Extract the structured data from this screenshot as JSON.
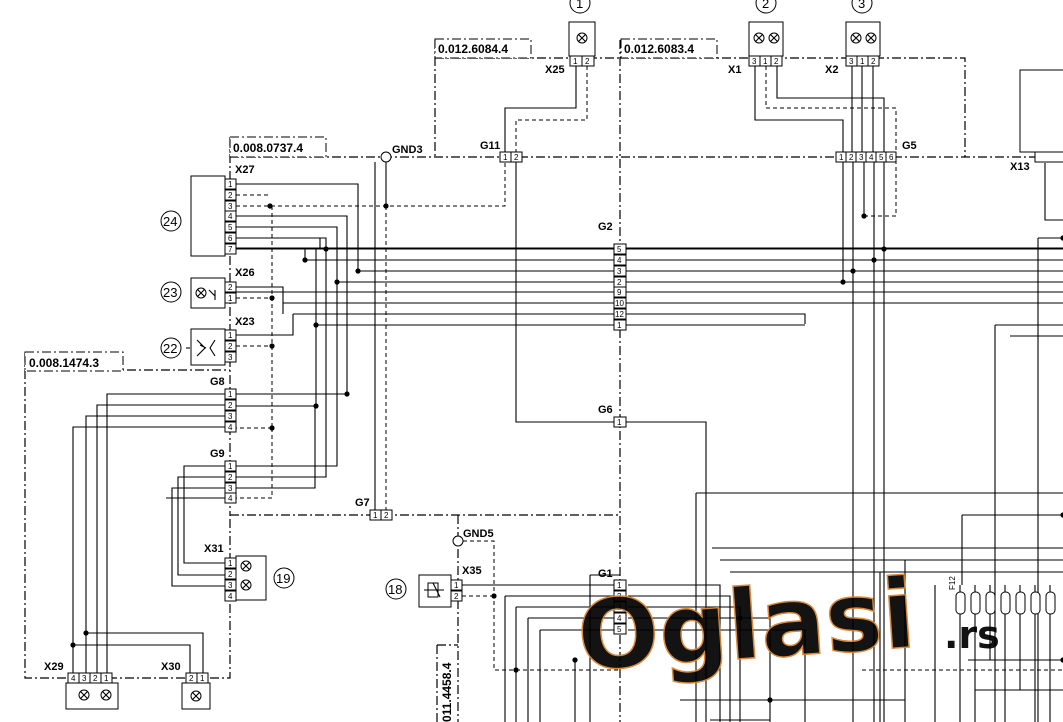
{
  "frames": [
    {
      "id": "f1",
      "code": "0.012.6084.4"
    },
    {
      "id": "f2",
      "code": "0.012.6083.4"
    },
    {
      "id": "f3",
      "code": "0.008.0737.4"
    },
    {
      "id": "f4",
      "code": "0.008.1474.3"
    },
    {
      "id": "f5",
      "code": "011.4458.4"
    }
  ],
  "connectors": {
    "x25": "X25",
    "x1": "X1",
    "x2": "X2",
    "x13": "X13",
    "g11": "G11",
    "gnd3": "GND3",
    "g5": "G5",
    "x27": "X27",
    "g2": "G2",
    "x26": "X26",
    "x23": "X23",
    "g8": "G8",
    "g6": "G6",
    "g9": "G9",
    "g7": "G7",
    "gnd5": "GND5",
    "x31": "X31",
    "x35": "X35",
    "g1": "G1",
    "x29": "X29",
    "x30": "X30",
    "f12": "F12"
  },
  "callouts": [
    "1",
    "2",
    "3",
    "24",
    "23",
    "22",
    "19",
    "18"
  ],
  "pins": {
    "x25": [
      "1",
      "2"
    ],
    "x1": [
      "3",
      "1",
      "2"
    ],
    "x2": [
      "3",
      "1",
      "2"
    ],
    "g11": [
      "1",
      "2"
    ],
    "g5": [
      "1",
      "2",
      "3",
      "4",
      "5",
      "6"
    ],
    "x27": [
      "1",
      "2",
      "3",
      "4",
      "5",
      "6",
      "7"
    ],
    "g2": [
      "5",
      "4",
      "3",
      "2",
      "9",
      "10",
      "12",
      "1"
    ],
    "x26": [
      "2",
      "1"
    ],
    "x23": [
      "1",
      "2",
      "3"
    ],
    "g8": [
      "1",
      "2",
      "3",
      "4"
    ],
    "g6": [
      "1"
    ],
    "g9": [
      "1",
      "2",
      "3",
      "4"
    ],
    "g7": [
      "1",
      "2"
    ],
    "x31": [
      "1",
      "2",
      "3",
      "4"
    ],
    "x35": [
      "1",
      "2"
    ],
    "g1": [
      "1",
      "2",
      "3",
      "4",
      "5"
    ],
    "x29": [
      "4",
      "3",
      "2",
      "1"
    ],
    "x30": [
      "2",
      "1"
    ]
  },
  "watermark": {
    "brand": "Oglasi",
    "suffix": ".rs"
  },
  "colors": {
    "ink": "#000000",
    "watermark": "#f0a455"
  }
}
